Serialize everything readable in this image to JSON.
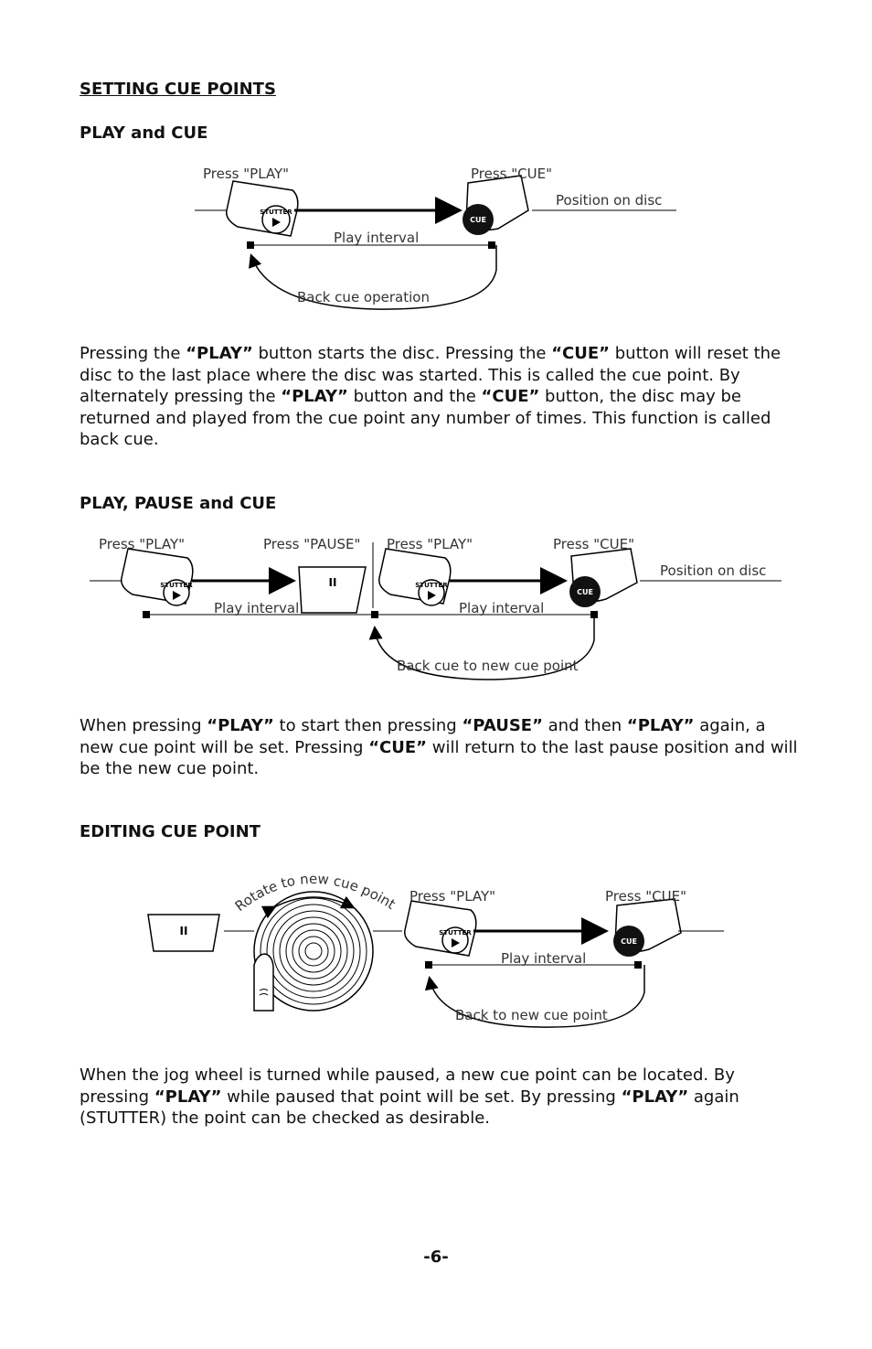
{
  "title": "SETTING CUE POINTS",
  "sections": [
    {
      "heading": "PLAY and CUE",
      "diagram": {
        "press_play": "Press \"PLAY\"",
        "press_cue": "Press \"CUE\"",
        "position": "Position on disc",
        "interval": "Play interval",
        "back": "Back cue operation",
        "stutter": "STUTTER",
        "cue_btn": "CUE"
      },
      "text": [
        "Pressing the ",
        {
          "b": "“PLAY”"
        },
        " button starts the disc. Pressing the ",
        {
          "b": "“CUE”"
        },
        " button will reset the disc to the last place where the disc was started.   This is called the cue point.  By alternately pressing the ",
        {
          "b": "“PLAY”"
        },
        " button and the ",
        {
          "b": "“CUE”"
        },
        " button, the disc may be returned and played from the cue point any number of times. This function is called back cue."
      ]
    },
    {
      "heading": "PLAY, PAUSE and CUE",
      "diagram": {
        "press_play": "Press \"PLAY\"",
        "press_pause": "Press \"PAUSE\"",
        "press_play2": "Press \"PLAY\"",
        "press_cue": "Press \"CUE\"",
        "position": "Position on disc",
        "interval1": "Play interval",
        "interval2": "Play interval",
        "back": "Back cue to new cue point",
        "stutter": "STUTTER",
        "cue_btn": "CUE",
        "pause_symbol": "II"
      },
      "text": [
        "When pressing ",
        {
          "b": "“PLAY”"
        },
        " to start then pressing ",
        {
          "b": "“PAUSE”"
        },
        " and then ",
        {
          "b": "“PLAY”"
        },
        " again, a new cue point will be set.  Pressing ",
        {
          "b": "“CUE”"
        },
        " will return to the last pause position and will be the new cue point."
      ]
    },
    {
      "heading": "EDITING CUE POINT",
      "diagram": {
        "rotate": "Rotate to new cue point",
        "press_play": "Press \"PLAY\"",
        "press_cue": "Press \"CUE\"",
        "interval": "Play interval",
        "back": "Back to new cue point",
        "stutter": "STUTTER",
        "cue_btn": "CUE",
        "pause_symbol": "II"
      },
      "text": [
        "When the jog wheel is turned while paused, a new cue point can be located. By pressing ",
        {
          "b": "“PLAY”"
        },
        " while paused that point will be set.  By pressing ",
        {
          "b": "“PLAY”"
        },
        " again (STUTTER) the point can be checked as desirable."
      ]
    }
  ],
  "page_number": "-6-"
}
